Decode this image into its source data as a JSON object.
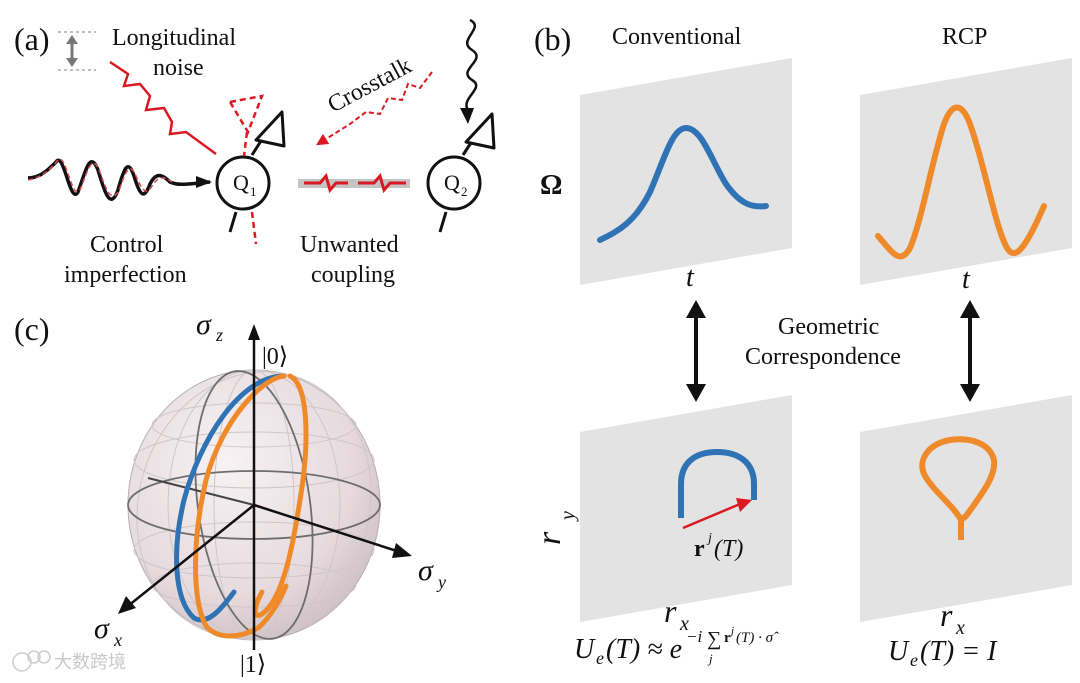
{
  "panels": {
    "a": {
      "label": "(a)",
      "longitudinal": "Longitudinal",
      "noise": "noise",
      "crosstalk": "Crosstalk",
      "control": "Control",
      "imperfection": "imperfection",
      "unwanted": "Unwanted",
      "coupling": "coupling",
      "q1": "Q",
      "q1_sub": "1",
      "q2": "Q",
      "q2_sub": "2"
    },
    "b": {
      "label": "(b)",
      "conventional": "Conventional",
      "rcp": "RCP",
      "omega": "Ω",
      "t_left": "t",
      "t_right": "t",
      "geometric": "Geometric",
      "correspondence": "Correspondence",
      "ry": "r",
      "ry_sub": "y",
      "rx_left": "r",
      "rx_left_sub": "x",
      "rx_right": "r",
      "rx_right_sub": "x",
      "rvec": "r",
      "rvec_sup": "j",
      "rvec_arg": "(T)",
      "eq_left_lhs": "U",
      "eq_left_sub": "e",
      "eq_left_arg": "(T) ≈ e",
      "eq_left_exp": "−i",
      "eq_left_sum": "∑",
      "eq_left_sum_idx": "j",
      "eq_left_exp_r": "r",
      "eq_left_exp_j": "j",
      "eq_left_exp_tail": "(T) · σ̂",
      "eq_right_lhs": "U",
      "eq_right_sub": "e",
      "eq_right_rest": "(T) = I"
    },
    "c": {
      "label": "(c)",
      "sigma_z": "σ",
      "sigma_z_sub": "z",
      "sigma_y": "σ",
      "sigma_y_sub": "y",
      "sigma_x": "σ",
      "sigma_x_sub": "x",
      "ket0": "|0⟩",
      "ket1": "|1⟩"
    }
  },
  "watermark": "大数跨境",
  "colors": {
    "blue": "#2f73b5",
    "orange": "#ef8a2a",
    "red": "#d91a22",
    "panel_gray": "#e3e3e3",
    "sphere": "#eadfe2"
  },
  "icons": {
    "watermark_logo": "wechat-logo-icon",
    "vertical_double_arrow": "double-arrow-icon"
  }
}
